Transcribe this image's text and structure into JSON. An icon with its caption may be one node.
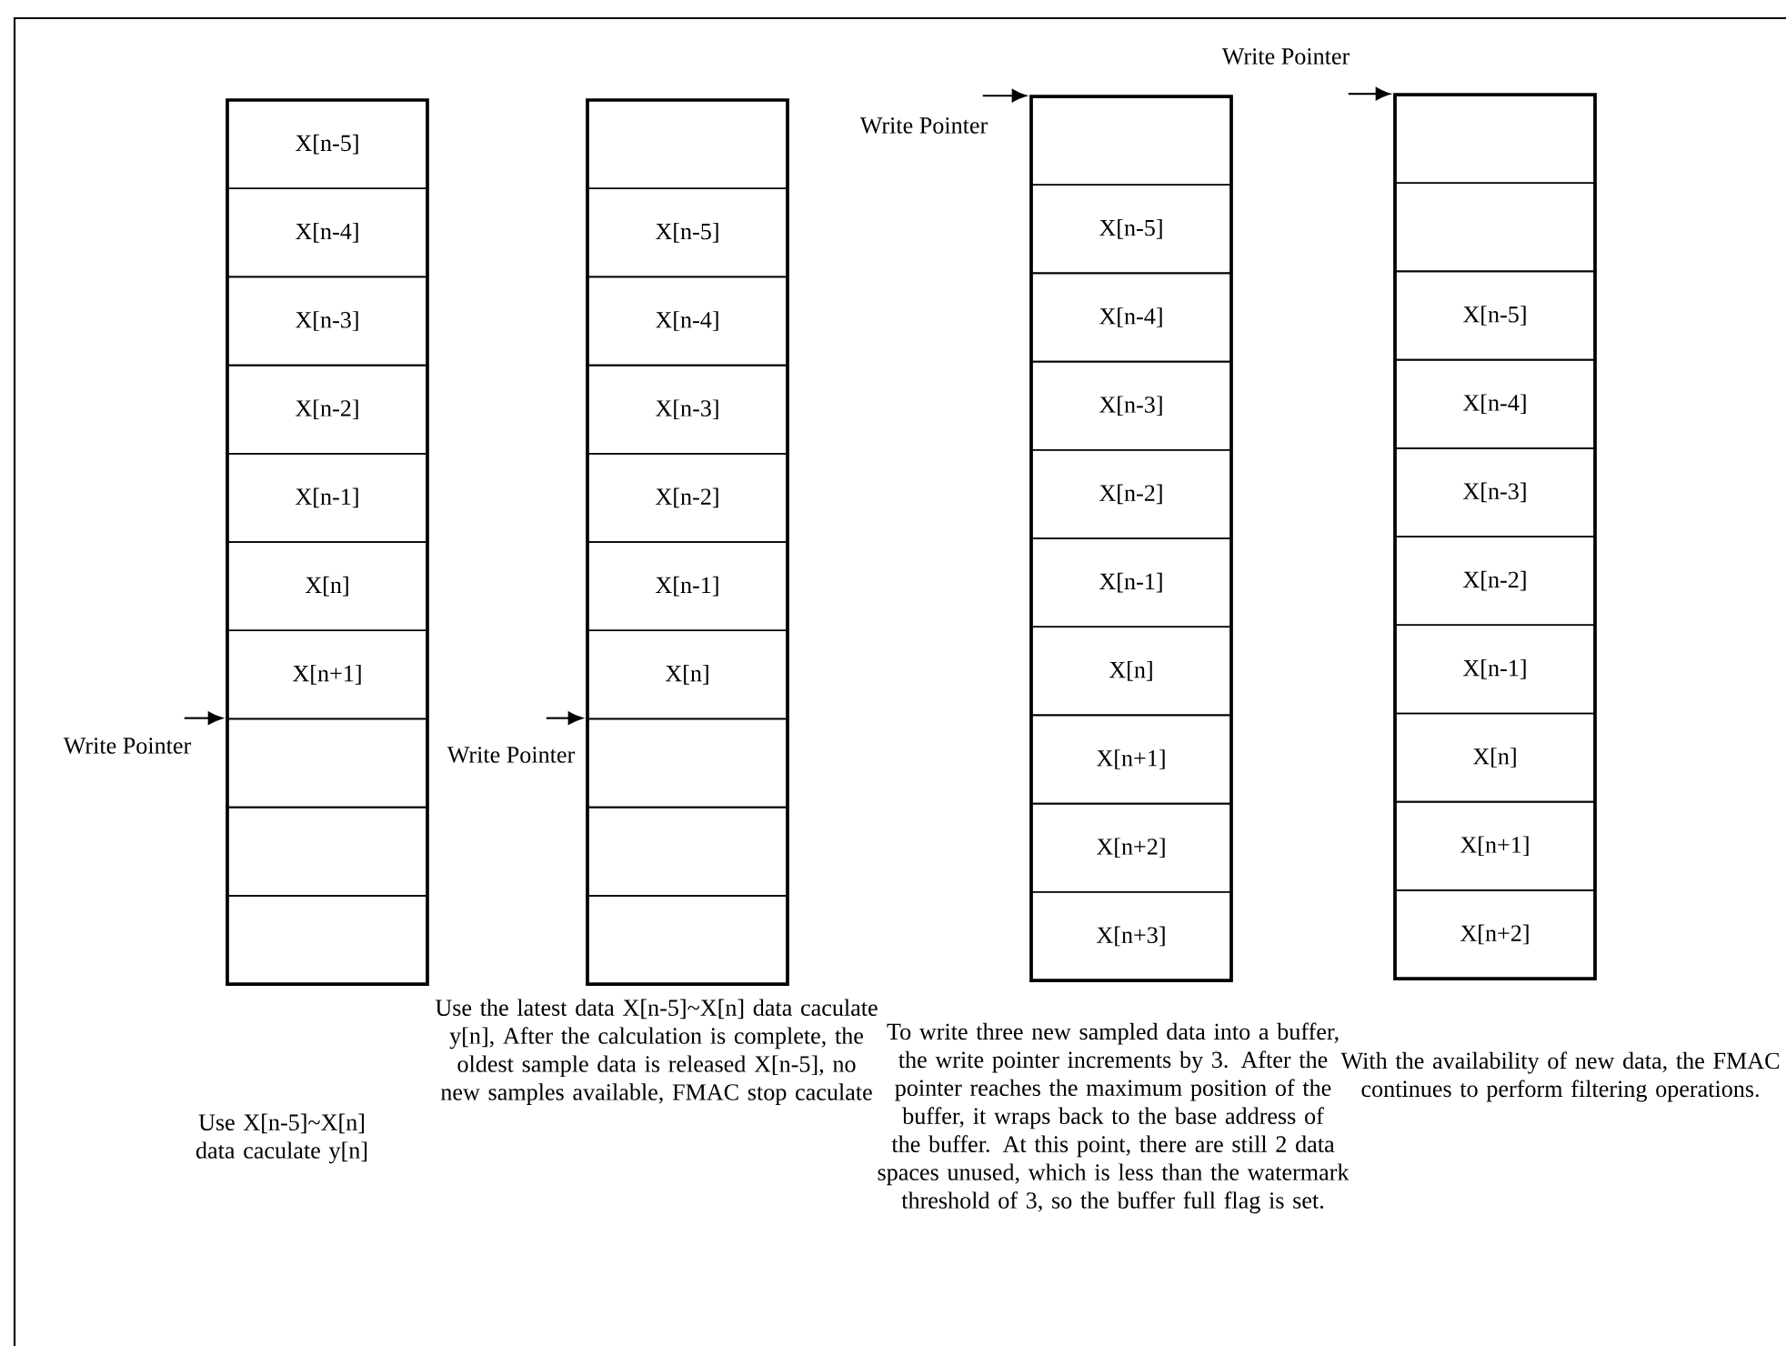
{
  "diagram": {
    "nodes": [
      {
        "text": [],
        "shape": "box"
      },
      {
        "text": [
          "X[n-5]"
        ],
        "in": 0
      },
      {
        "text": [
          "X[n-4]"
        ],
        "in": 0
      },
      {
        "text": [
          "X[n-3]"
        ],
        "in": 0
      },
      {
        "text": [
          "X[n-2]"
        ],
        "in": 0
      },
      {
        "text": [
          "X[n-1]"
        ],
        "in": 0
      },
      {
        "text": [
          "X[n]"
        ],
        "in": 0
      },
      {
        "text": [
          "X[n+1]"
        ],
        "in": 0
      },
      {
        "text": [],
        "shape": "box",
        "in": 0
      },
      {
        "text": [],
        "shape": "box",
        "in": 0
      },
      {
        "text": [],
        "shape": "box",
        "in": 0
      },
      {
        "text": [],
        "shape": "box"
      },
      {
        "text": [],
        "shape": "box",
        "in": 11
      },
      {
        "text": [
          "X[n-5]"
        ],
        "in": 11
      },
      {
        "text": [
          "X[n-4]"
        ],
        "in": 11
      },
      {
        "text": [
          "X[n-3]"
        ],
        "in": 11
      },
      {
        "text": [
          "X[n-2]"
        ],
        "in": 11
      },
      {
        "text": [
          "X[n-1]"
        ],
        "in": 11
      },
      {
        "text": [
          "X[n]"
        ],
        "in": 11
      },
      {
        "text": [],
        "shape": "box",
        "in": 11
      },
      {
        "text": [],
        "shape": "box",
        "in": 11
      },
      {
        "text": [],
        "shape": "box",
        "in": 11
      },
      {
        "text": [],
        "shape": "box"
      },
      {
        "text": [],
        "shape": "box",
        "in": 22
      },
      {
        "text": [
          "X[n-5]"
        ],
        "in": 22
      },
      {
        "text": [
          "X[n-4]"
        ],
        "in": 22
      },
      {
        "text": [
          "X[n-3]"
        ],
        "in": 22
      },
      {
        "text": [
          "X[n-2]"
        ],
        "in": 22
      },
      {
        "text": [
          "X[n-1]"
        ],
        "in": 22
      },
      {
        "text": [
          "X[n]"
        ],
        "in": 22
      },
      {
        "text": [
          "X[n+1]"
        ],
        "in": 22
      },
      {
        "text": [
          "X[n+2]"
        ],
        "in": 22
      },
      {
        "text": [
          "X[n+3]"
        ],
        "in": 22
      },
      {
        "text": [],
        "shape": "box"
      },
      {
        "text": [],
        "shape": "box",
        "in": 33
      },
      {
        "text": [],
        "shape": "box",
        "in": 33
      },
      {
        "text": [
          "X[n-5]"
        ],
        "in": 33
      },
      {
        "text": [
          "X[n-4]"
        ],
        "in": 33
      },
      {
        "text": [
          "X[n-3]"
        ],
        "in": 33
      },
      {
        "text": [
          "X[n-2]"
        ],
        "in": 33
      },
      {
        "text": [
          "X[n-1]"
        ],
        "in": 33
      },
      {
        "text": [
          "X[n]"
        ],
        "in": 33
      },
      {
        "text": [
          "X[n+1]"
        ],
        "in": 33
      },
      {
        "text": [
          "X[n+2]"
        ],
        "in": 33
      },
      {
        "text": [
          "Write Pointer"
        ]
      },
      {
        "text": [
          "Write Pointer"
        ]
      },
      {
        "text": [
          "Write Pointer"
        ]
      },
      {
        "text": [
          "Write Pointer"
        ]
      }
    ],
    "edges": [
      {
        "from": 44,
        "to": 8,
        "arrow": "to"
      },
      {
        "from": 45,
        "to": 19,
        "arrow": "to"
      },
      {
        "from": 46,
        "to": 23,
        "arrow": "to"
      },
      {
        "from": 47,
        "to": 34,
        "arrow": "to"
      }
    ],
    "labels": [
      "Use X[n-5]~X[n] data caculate y[n]",
      "Use the latest data X[n-5]~X[n] data caculate y[n], After the calculation is complete, the oldest sample data is released X[n-5], no new samples available, FMAC stop caculate",
      "To write three new sampled data into a buffer, the write pointer increments by 3. After the pointer reaches the maximum position of the buffer, it wraps back to the base address of the buffer. At this point, there are still 2 data spaces unused, which is less than the watermark threshold of 3, so the buffer full flag is set.",
      "With the availability of new data, the FMAC continues to perform filtering operations."
    ]
  }
}
